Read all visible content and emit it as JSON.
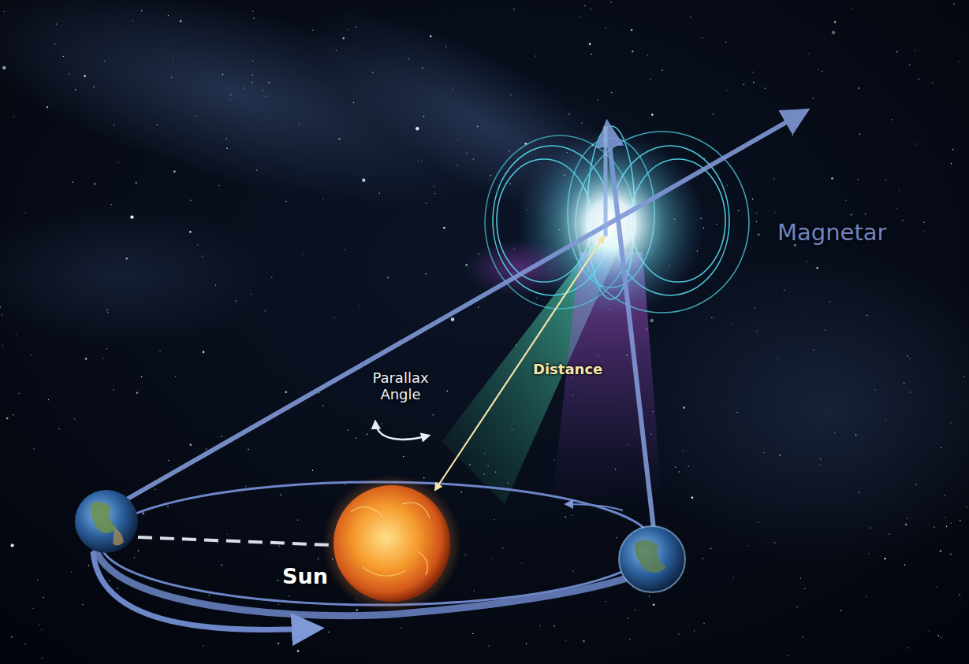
{
  "diagram": {
    "labels": [
      "Magnetar",
      "Distance",
      "Parallax Angle",
      "Sun"
    ]
  }
}
